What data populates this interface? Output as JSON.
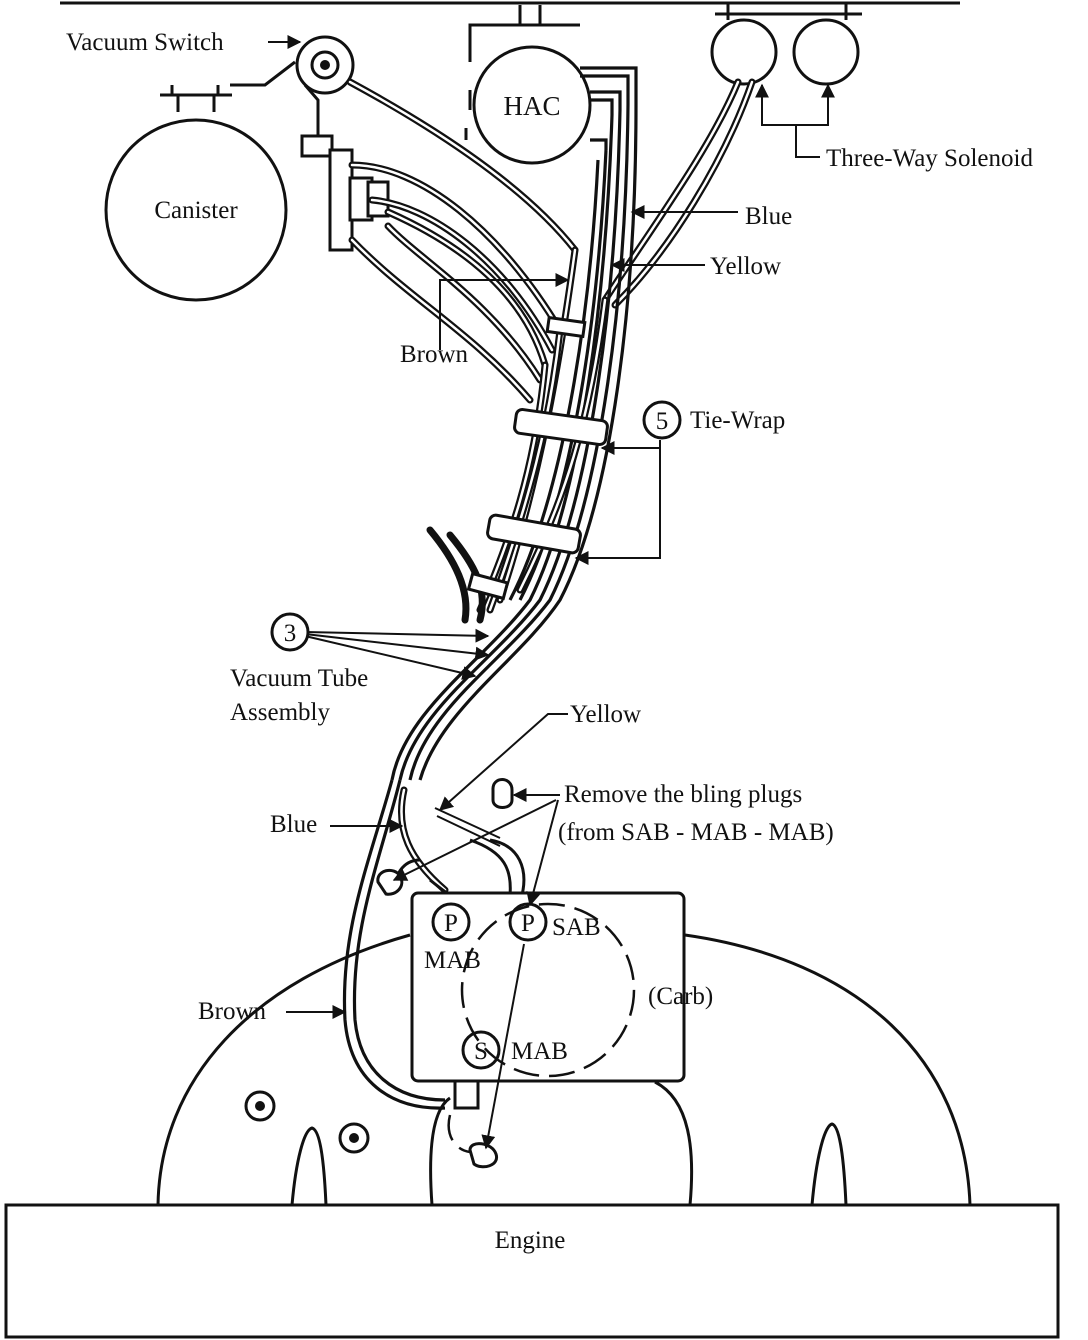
{
  "components": {
    "canister": "Canister",
    "hac": "HAC",
    "engine": "Engine",
    "carb": "(Carb)"
  },
  "labels": {
    "vacuum_switch": "Vacuum Switch",
    "three_way_solenoid": "Three-Way Solenoid",
    "blue_top": "Blue",
    "yellow_top": "Yellow",
    "brown_top": "Brown",
    "tie_wrap_number": "5",
    "tie_wrap": "Tie-Wrap",
    "vacuum_tube_number": "3",
    "vacuum_tube_line1": "Vacuum Tube",
    "vacuum_tube_line2": "Assembly",
    "yellow_bottom": "Yellow",
    "blue_bottom": "Blue",
    "brown_bottom": "Brown",
    "remove_line1": "Remove the bling plugs",
    "remove_line2": "(from SAB - MAB - MAB)"
  },
  "carb_ports": {
    "p1": "P",
    "mab1": "MAB",
    "p2": "P",
    "sab": "SAB",
    "s": "S",
    "mab2": "MAB"
  }
}
